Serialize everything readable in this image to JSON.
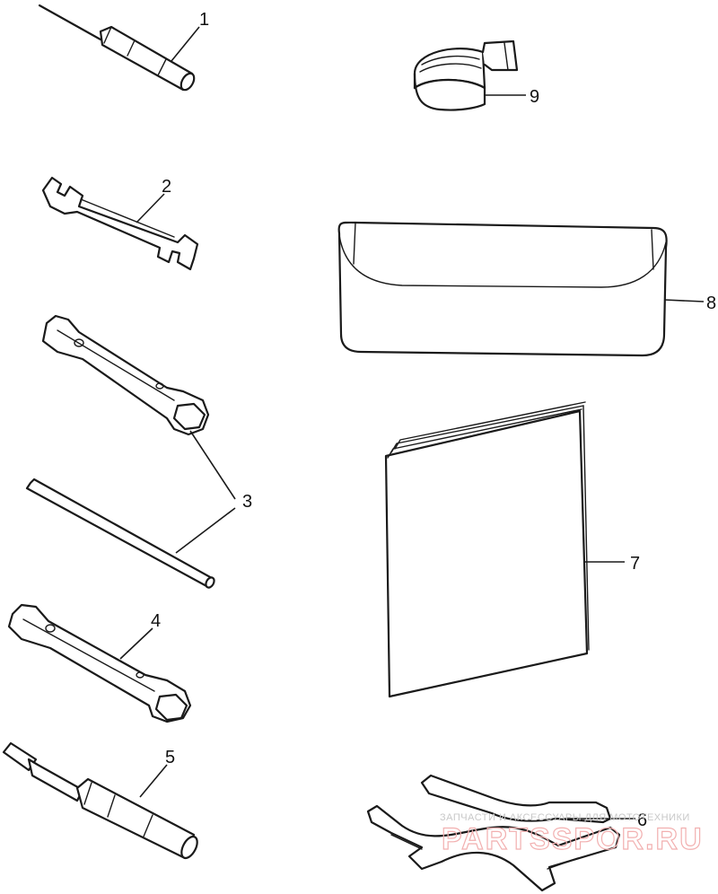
{
  "callouts": [
    {
      "id": "1",
      "label": "1"
    },
    {
      "id": "2",
      "label": "2"
    },
    {
      "id": "3",
      "label": "3"
    },
    {
      "id": "4",
      "label": "4"
    },
    {
      "id": "5",
      "label": "5"
    },
    {
      "id": "6",
      "label": "6"
    },
    {
      "id": "7",
      "label": "7"
    },
    {
      "id": "8",
      "label": "8"
    },
    {
      "id": "9",
      "label": "9"
    }
  ],
  "watermark": {
    "tagline": "ЗАПЧАСТИ И АКСЕССУАРЫ ДЛЯ МОТОТЕХНИКИ",
    "brand": "PARTSSPOR.RU"
  }
}
